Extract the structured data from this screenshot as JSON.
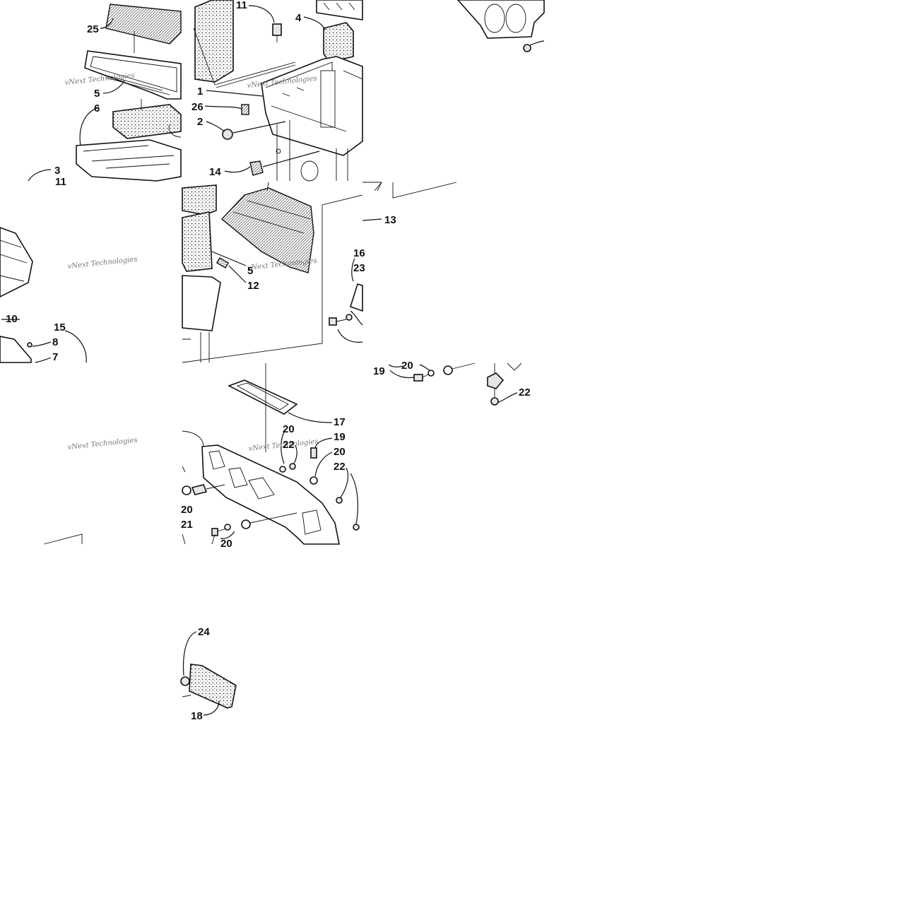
{
  "watermark": "vNext Technologies",
  "callouts": [
    "25",
    "5",
    "6",
    "3",
    "11",
    "10",
    "15",
    "8",
    "7",
    "11",
    "4",
    "1",
    "26",
    "2",
    "14",
    "13",
    "16",
    "23",
    "5",
    "12",
    "19",
    "20",
    "22",
    "17",
    "20",
    "22",
    "19",
    "20",
    "22",
    "20",
    "21",
    "20",
    "24",
    "18"
  ]
}
